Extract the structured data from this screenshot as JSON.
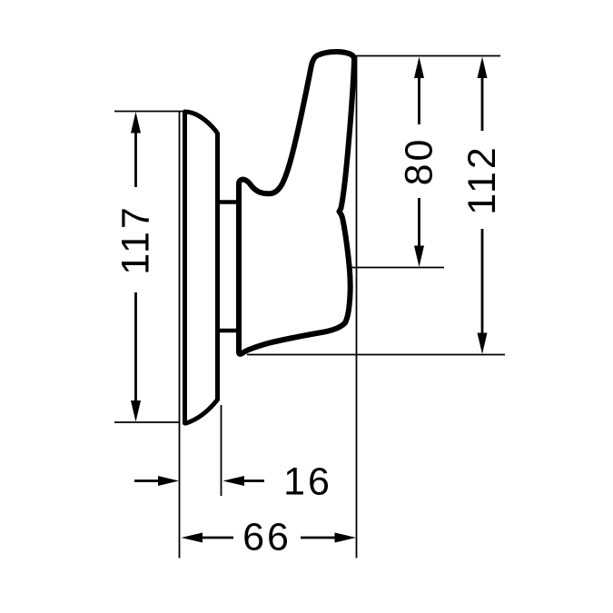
{
  "drawing": {
    "background": "#ffffff",
    "line_color": "#000000",
    "view": "side-profile technical dimension drawing of wall-mounted lever mixer trim",
    "dimensions": {
      "plate_height": {
        "label": "117",
        "value": 117,
        "orientation": "vertical"
      },
      "handle_top_to_axis": {
        "label": "80",
        "value": 80,
        "orientation": "vertical"
      },
      "handle_top_to_body_bottom": {
        "label": "112",
        "value": 112,
        "orientation": "vertical"
      },
      "plate_depth": {
        "label": "16",
        "value": 16,
        "orientation": "horizontal"
      },
      "total_projection": {
        "label": "66",
        "value": 66,
        "orientation": "horizontal"
      }
    }
  }
}
